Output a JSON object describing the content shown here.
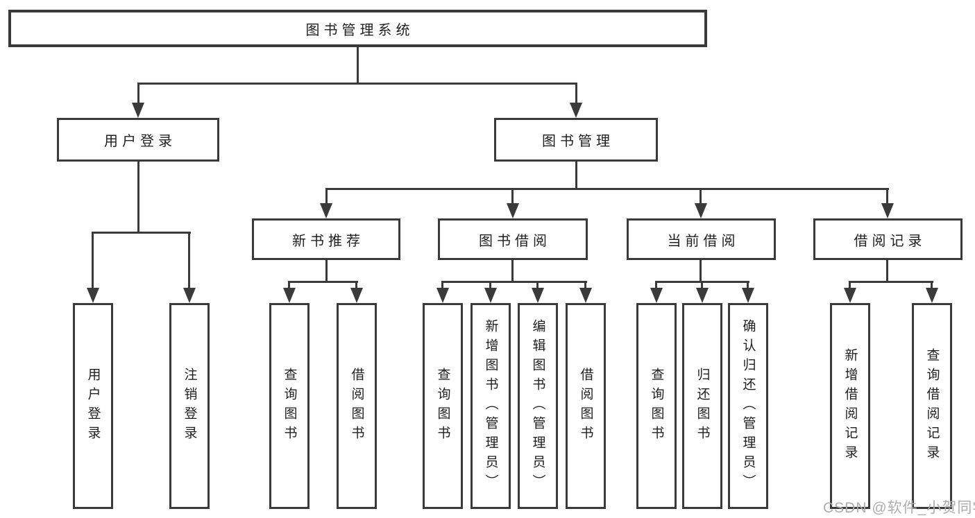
{
  "tree": {
    "label": "图书管理系统",
    "children": [
      {
        "label": "用户登录",
        "children": [
          {
            "label": "用户登录"
          },
          {
            "label": "注销登录"
          }
        ]
      },
      {
        "label": "图书管理",
        "children": [
          {
            "label": "新书推荐",
            "children": [
              {
                "label": "查询图书"
              },
              {
                "label": "借阅图书"
              }
            ]
          },
          {
            "label": "图书借阅",
            "children": [
              {
                "label": "查询图书"
              },
              {
                "label": "新增图书（管理员）"
              },
              {
                "label": "编辑图书（管理员）"
              },
              {
                "label": "借阅图书"
              }
            ]
          },
          {
            "label": "当前借阅",
            "children": [
              {
                "label": "查询图书"
              },
              {
                "label": "归还图书"
              },
              {
                "label": "确认归还（管理员）"
              }
            ]
          },
          {
            "label": "借阅记录",
            "children": [
              {
                "label": "新增借阅记录"
              },
              {
                "label": "查询借阅记录"
              }
            ]
          }
        ]
      }
    ]
  },
  "watermark": {
    "text": "CSDN @软件_小贺同学"
  },
  "colors": {
    "line": "#3a3a3a",
    "text": "#1f1f1f",
    "bg": "#ffffff",
    "watermark": "#adadad"
  }
}
